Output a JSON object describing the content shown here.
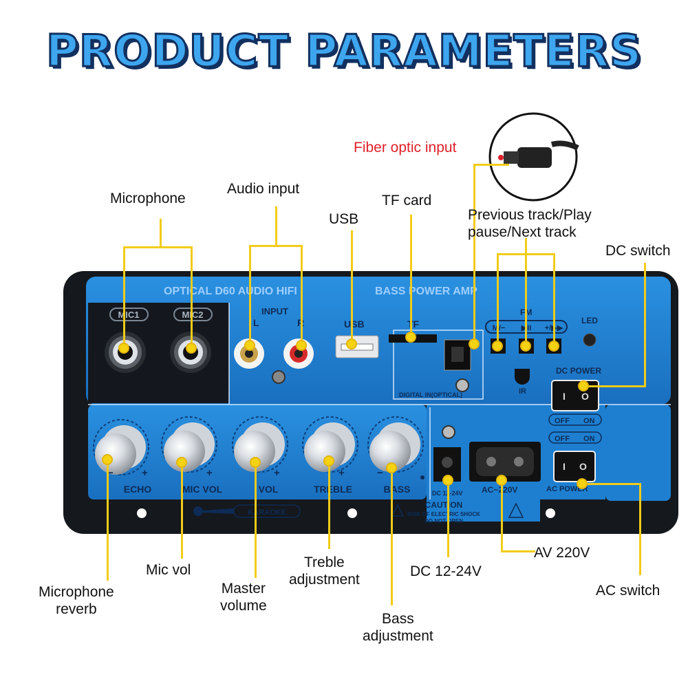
{
  "title": "PRODUCT PARAMETERS",
  "callouts": {
    "fiber_optic": "Fiber optic input",
    "microphone": "Microphone",
    "audio_input": "Audio input",
    "usb": "USB",
    "tf_card": "TF card",
    "track_line1": "Previous track/Play",
    "track_line2": "pause/Next track",
    "dc_switch": "DC switch",
    "mic_reverb_line1": "Microphone",
    "mic_reverb_line2": "reverb",
    "mic_vol": "Mic vol",
    "master_line1": "Master",
    "master_line2": "volume",
    "treble_line1": "Treble",
    "treble_line2": "adjustment",
    "bass_line1": "Bass",
    "bass_line2": "adjustment",
    "dc_voltage": "DC 12-24V",
    "av_voltage": "AV 220V",
    "ac_switch": "AC switch"
  },
  "board": {
    "header_left": "OPTICAL D60 AUDIO HIFI",
    "header_right": "BASS POWER AMP",
    "mic1": "MIC1",
    "mic2": "MIC2",
    "input": "INPUT",
    "left": "L",
    "right": "R",
    "usb": "USB",
    "tf": "TF",
    "fm": "FM",
    "btn_prev": "M/−",
    "btn_play": "▶II",
    "btn_next": "+/▶▶",
    "led": "LED",
    "ir": "IR",
    "digital_in": "DIGITAL IN(OPTICAL)",
    "dc_power": "DC POWER",
    "off": "OFF",
    "on": "ON",
    "knob_echo": "ECHO",
    "knob_micvol": "MIC VOL",
    "knob_vol": "VOL",
    "knob_treble": "TREBLE",
    "knob_bass": "BASS",
    "dc_jack": "DC 12-24V",
    "ac_socket": "AC~220V",
    "ac_power": "AC POWER",
    "karaoke": "KARAOKE",
    "caution": "CAUTION",
    "caution_line1": "RISK OF ELECTRIC SHOCK",
    "caution_line2": "DO NOT OPEN",
    "minus": "−",
    "plus": "+"
  },
  "colors": {
    "title_fill": "#3ea6ee",
    "title_outline": "#12305f",
    "panel_blue": "#1e7fd0",
    "panel_dark": "#12161c",
    "callout_line": "#f2cc17",
    "fiber_red": "#e0202a"
  }
}
